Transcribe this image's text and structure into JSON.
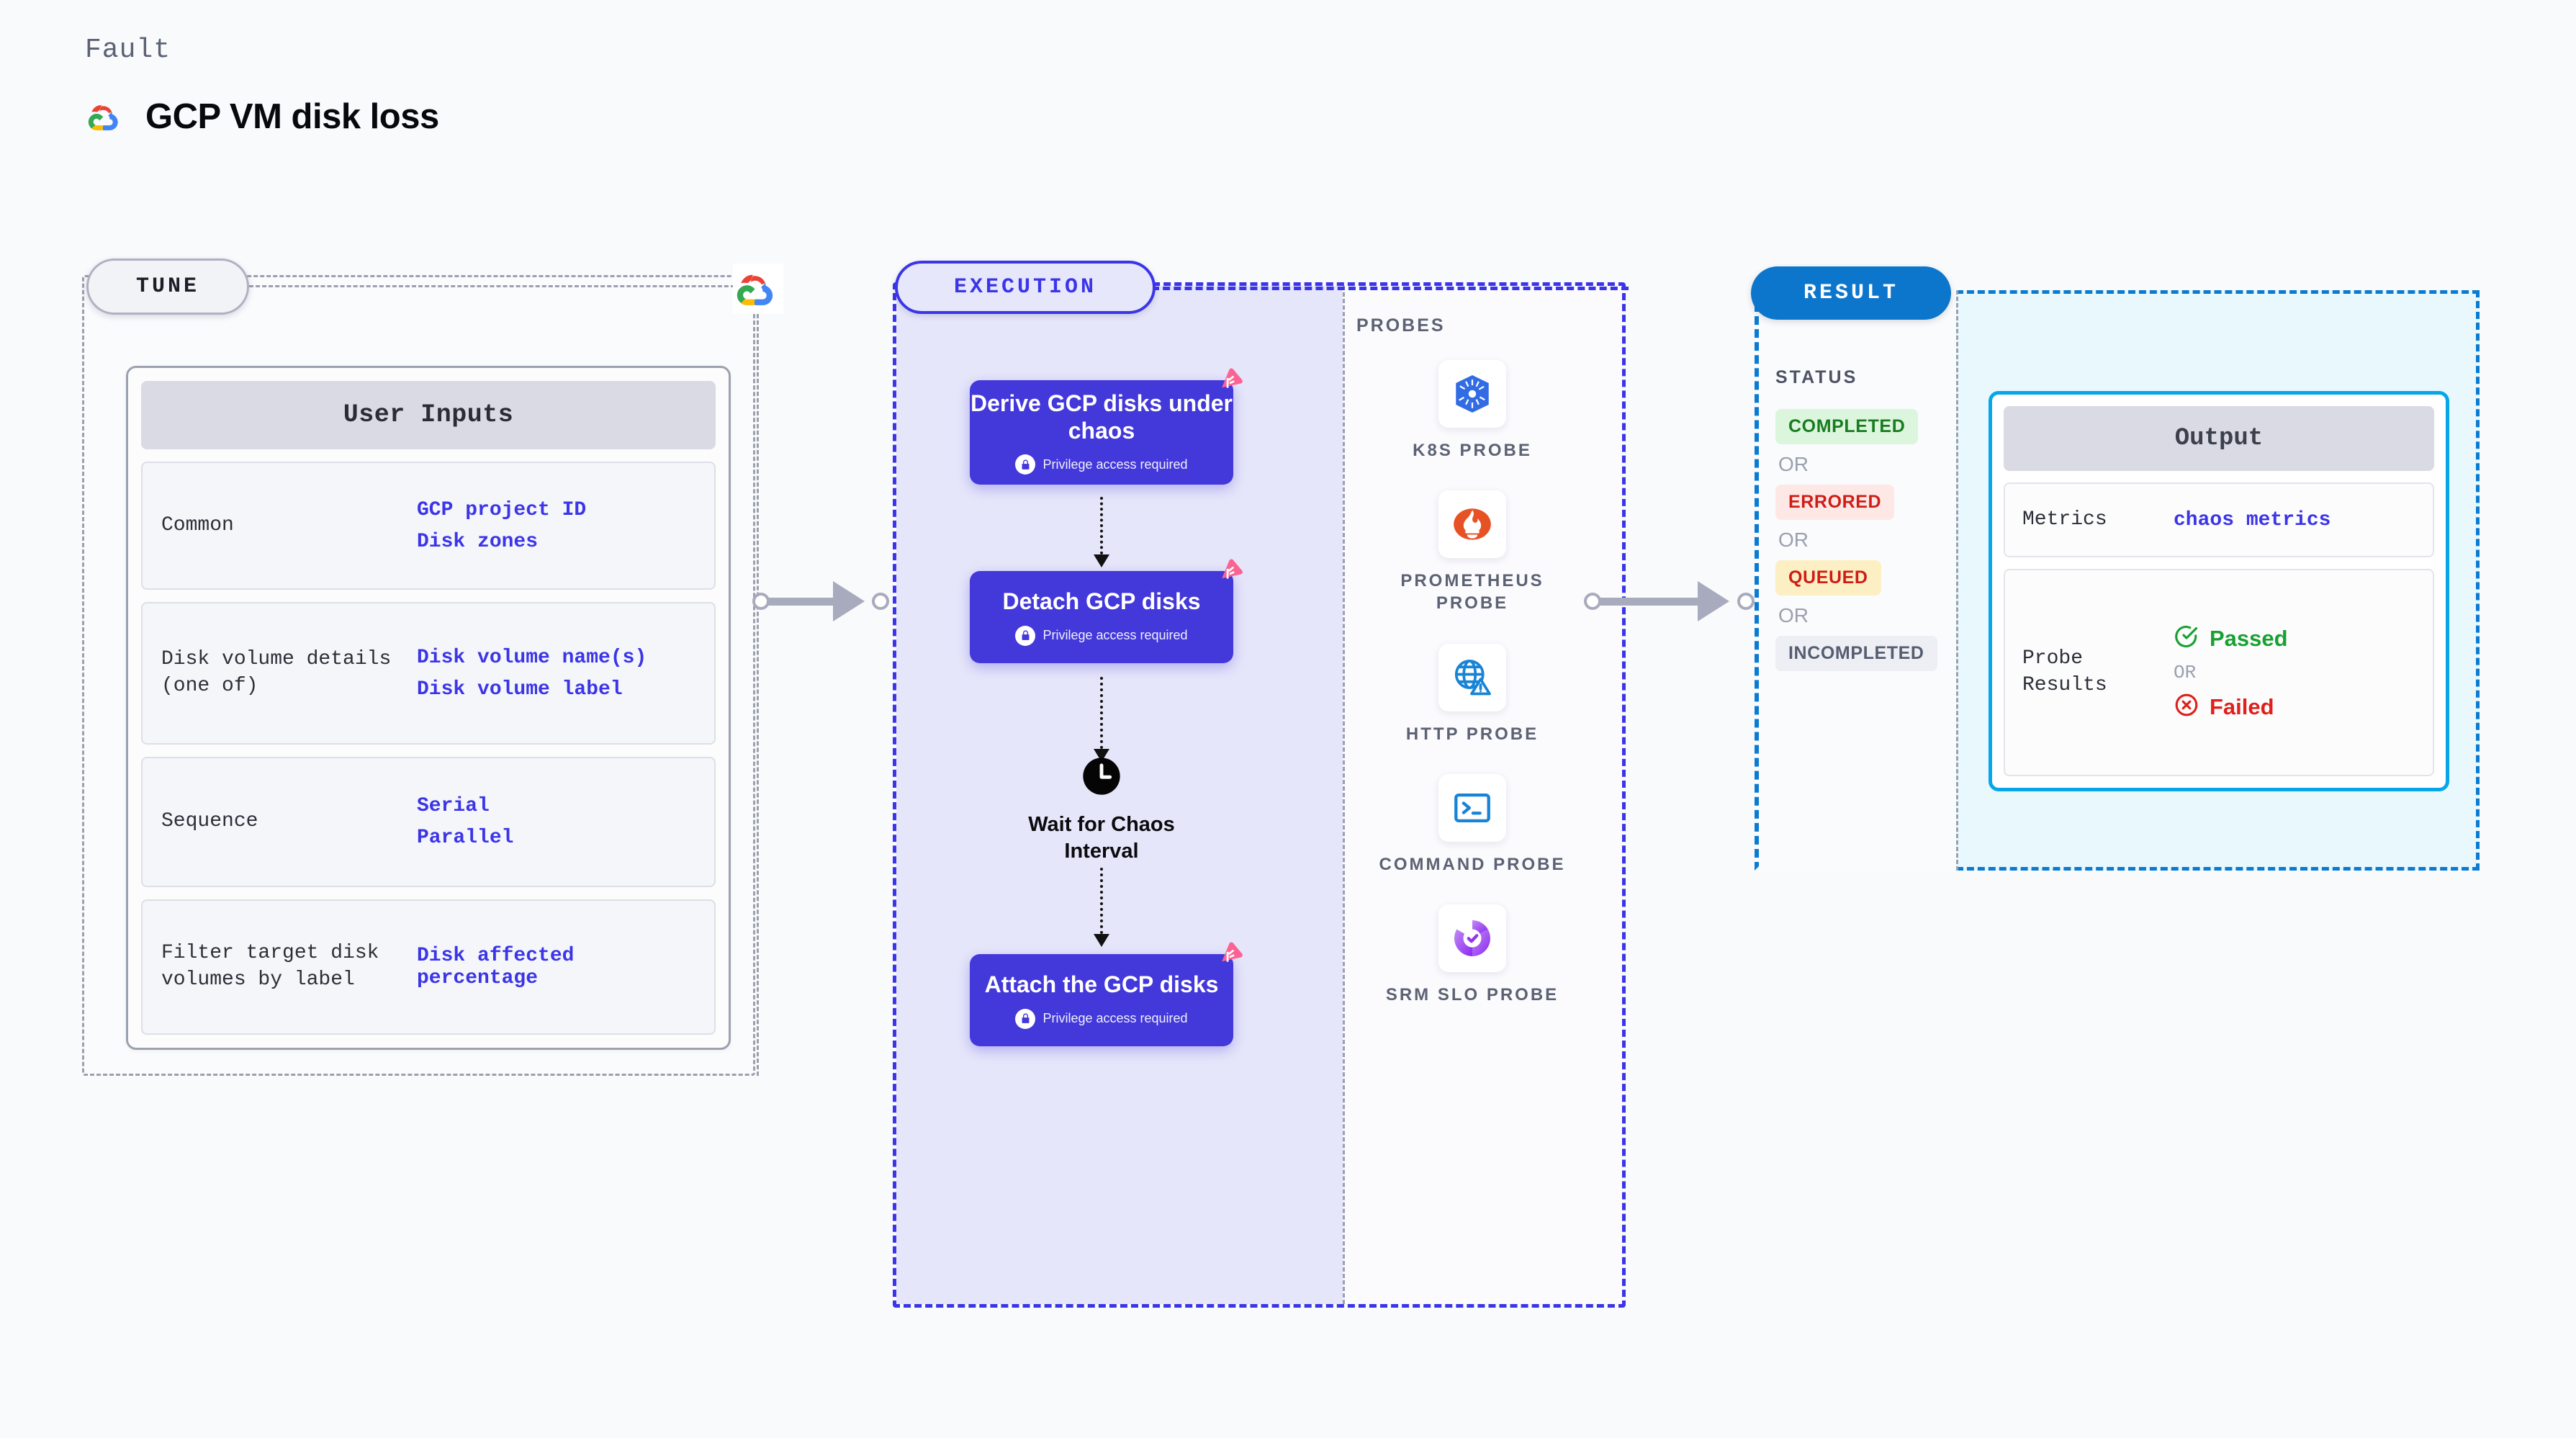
{
  "header": {
    "eyebrow": "Fault",
    "title": "GCP VM disk loss",
    "logo_icon": "gcp-cloud-icon"
  },
  "tune": {
    "pill_label": "TUNE",
    "provider_icon": "gcp-cloud-icon",
    "card_title": "User Inputs",
    "rows": [
      {
        "key": "Common",
        "values": [
          "GCP project ID",
          "Disk zones"
        ]
      },
      {
        "key": "Disk volume details (one of)",
        "values": [
          "Disk volume name(s)",
          "Disk volume label"
        ]
      },
      {
        "key": "Sequence",
        "values": [
          "Serial",
          "Parallel"
        ]
      },
      {
        "key": "Filter target disk volumes by label",
        "values": [
          "Disk affected percentage"
        ]
      }
    ]
  },
  "execution": {
    "pill_label": "EXECUTION",
    "nodes": [
      {
        "title": "Derive GCP disks under chaos",
        "privilege": "Privilege access required",
        "badge_icon": "litmus-chaos-badge-icon",
        "lock_icon": "lock-icon"
      },
      {
        "title": "Detach GCP disks",
        "privilege": "Privilege access required",
        "badge_icon": "litmus-chaos-badge-icon",
        "lock_icon": "lock-icon"
      },
      {
        "title": "Attach the GCP disks",
        "privilege": "Privilege access required",
        "badge_icon": "litmus-chaos-badge-icon",
        "lock_icon": "lock-icon"
      }
    ],
    "wait": {
      "label": "Wait for Chaos Interval",
      "icon": "clock-icon"
    },
    "probes_label": "PROBES",
    "probes": [
      {
        "name": "K8S PROBE",
        "icon": "kubernetes-icon"
      },
      {
        "name": "PROMETHEUS PROBE",
        "icon": "prometheus-icon"
      },
      {
        "name": "HTTP PROBE",
        "icon": "globe-warning-icon"
      },
      {
        "name": "COMMAND PROBE",
        "icon": "terminal-icon"
      },
      {
        "name": "SRM SLO PROBE",
        "icon": "srm-slo-icon"
      }
    ]
  },
  "result": {
    "pill_label": "RESULT",
    "status_label": "STATUS",
    "or_label": "OR",
    "statuses": [
      {
        "label": "COMPLETED",
        "bg": "#dcf5dd",
        "fg": "#187c20"
      },
      {
        "label": "ERRORED",
        "bg": "#fde8e6",
        "fg": "#cf1d16"
      },
      {
        "label": "QUEUED",
        "bg": "#fcefc4",
        "fg": "#cf1d16"
      },
      {
        "label": "INCOMPLETED",
        "bg": "#eeeff5",
        "fg": "#565d70"
      }
    ],
    "output": {
      "title": "Output",
      "metrics_key": "Metrics",
      "metrics_value": "chaos metrics",
      "probe_results_key": "Probe Results",
      "passed_label": "Passed",
      "failed_label": "Failed",
      "or_label": "OR",
      "passed_icon": "check-circle-icon",
      "failed_icon": "x-circle-icon"
    }
  },
  "colors": {
    "page_bg": "#f9fafc",
    "node_purple": "#4338d9",
    "exec_fill": "#e6e6fa",
    "accent_blue": "#0b7bd1",
    "output_border": "#07a6e8",
    "link_purple": "#3b35e8",
    "connector_gray": "#a8abbd",
    "badge_pink": "#fb6392"
  }
}
